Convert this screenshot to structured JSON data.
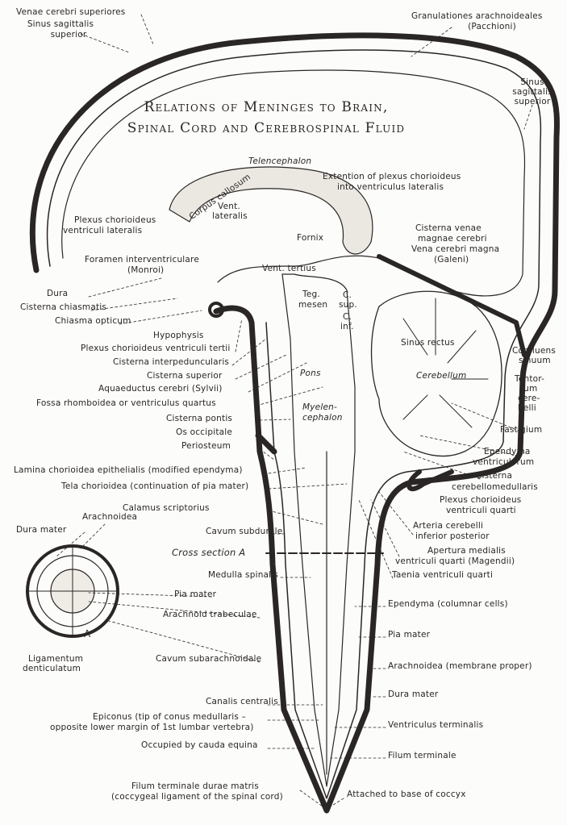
{
  "title": {
    "line1": "Relations of Meninges to Brain,",
    "line2": "Spinal Cord and Cerebrospinal Fluid"
  },
  "labels": [
    "Venae cerebri superiores",
    "Sinus sagittalis",
    "superior",
    "Granulationes arachnoideales",
    "(Pacchioni)",
    "Sinus",
    "sagittalis",
    "superior",
    "Telencephalon",
    "Corpus callosum",
    "Extention of plexus chorioideus",
    "into ventriculus lateralis",
    "Vent.",
    "lateralis",
    "Fornix",
    "Plexus chorioideus",
    "ventriculi lateralis",
    "Cisterna venae",
    "magnae cerebri",
    "Vena cerebri magna",
    "(Galeni)",
    "Foramen interventriculare",
    "(Monroi)",
    "Vent. tertius",
    "Dura",
    "Cisterna chiasmatis",
    "Chiasma opticum",
    "Teg.",
    "mesen",
    "C.",
    "sup.",
    "C.",
    "inf.",
    "Hypophysis",
    "Plexus chorioideus ventriculi tertii",
    "Sinus rectus",
    "Confluens",
    "sinuum",
    "Cisterna interpeduncularis",
    "Cerebellum",
    "Tentor-",
    "ium",
    "cere-",
    "belli",
    "Pons",
    "Cisterna superior",
    "Aquaeductus cerebri (Sylvii)",
    "Fossa rhomboidea or ventriculus quartus",
    "Cisterna pontis",
    "Myelen-",
    "cephalon",
    "Fastigium",
    "Os occipitale",
    "Periosteum",
    "Ependyma",
    "ventriculorum",
    "Lamina chorioidea epithelialis (modified ependyma)",
    "Cisterna",
    "cerebellomedullaris",
    "Tela chorioidea (continuation of pia mater)",
    "Plexus chorioideus",
    "ventriculi quarti",
    "Calamus scriptorius",
    "Arachnoidea",
    "Arteria cerebelli",
    "inferior posterior",
    "Dura mater",
    "Cavum subdurale",
    "Cross section A",
    "Apertura medialis",
    "ventriculi quarti (Magendii)",
    "Medulla spinalis",
    "Taenia ventriculi quarti",
    "Pia mater",
    "Ependyma (columnar cells)",
    "Arachnoid trabeculae",
    "A",
    "Pia mater",
    "Ligamentum",
    "denticulatum",
    "Cavum subarachnoidale",
    "Arachnoidea (membrane proper)",
    "Dura mater",
    "Canalis centralis",
    "Epiconus (tip of conus medullaris –",
    "opposite lower margin of 1st lumbar vertebra)",
    "Ventriculus terminalis",
    "Occupied by cauda equina",
    "Filum terminale",
    "Filum terminale durae matris",
    "(coccygeal ligament of the spinal cord)",
    "Attached to base of coccyx"
  ],
  "colors": {
    "ink": "#2a2626",
    "paper": "#fcfcfa",
    "stipple": "#d9d6d0"
  }
}
